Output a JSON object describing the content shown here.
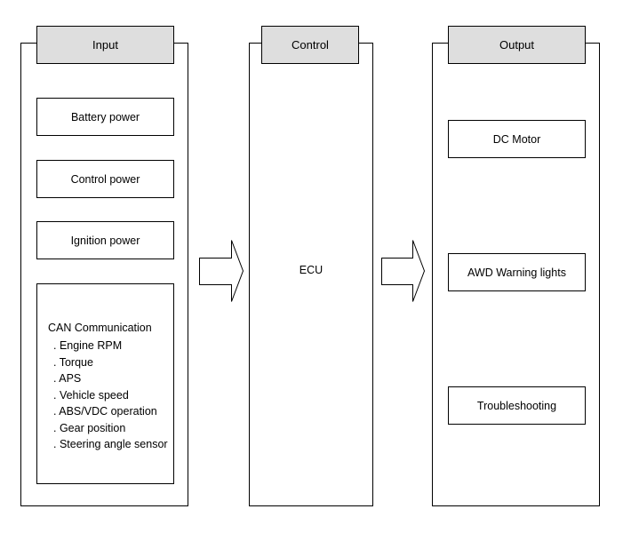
{
  "input": {
    "tab": "Input",
    "boxes": [
      "Battery power",
      "Control power",
      "Ignition power"
    ],
    "can": {
      "title": "CAN Communication",
      "items": [
        ". Engine RPM",
        ". Torque",
        ". APS",
        ". Vehicle speed",
        ". ABS/VDC operation",
        ". Gear position",
        ". Steering angle sensor"
      ]
    }
  },
  "control": {
    "tab": "Control",
    "label": "ECU"
  },
  "output": {
    "tab": "Output",
    "boxes": [
      "DC Motor",
      "AWD Warning lights",
      "Troubleshooting"
    ]
  }
}
